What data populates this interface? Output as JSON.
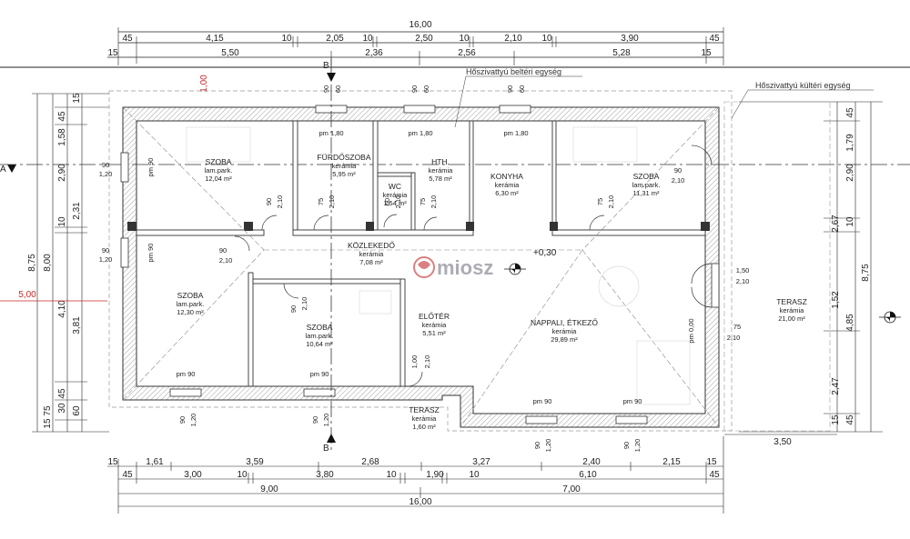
{
  "top_dims": {
    "row1": [
      "16,00"
    ],
    "row2": [
      "45",
      "4,15",
      "10",
      "2,05",
      "10",
      "2,50",
      "10",
      "2,10",
      "10",
      "3,90",
      "45"
    ],
    "row3": [
      "15",
      "5,50",
      "2,36",
      "2,56",
      "5,28",
      "15"
    ]
  },
  "bottom_dims": {
    "row1": [
      "15",
      "1,61",
      "3,59",
      "2,68",
      "3,27",
      "2,40",
      "2,15",
      "15"
    ],
    "row2": [
      "45",
      "3,00",
      "10",
      "3,80",
      "10",
      "1,90",
      "10",
      "6,10",
      "45"
    ],
    "row3": [
      "9,00",
      "7,00"
    ],
    "row4": [
      "16,00"
    ]
  },
  "left_dims": {
    "outer": [
      "8,75"
    ],
    "mid": [
      "8,00"
    ],
    "inner_a": [
      "45",
      "1,58",
      "2,90",
      "10",
      "4,10",
      "45",
      "75",
      "15"
    ],
    "inner_b": [
      "15",
      "2,31",
      "3,81",
      "30",
      "60"
    ],
    "red_label": "5,00",
    "a_mark": "A",
    "red_top": "1,00"
  },
  "right_dims": {
    "outer": [
      "8,75"
    ],
    "inner": [
      "45",
      "1,79",
      "2,90",
      "10",
      "2,67",
      "1,52",
      "4,85",
      "2,47",
      "15",
      "45"
    ],
    "terrace_width": "3,50",
    "pm_1": "1,50",
    "pm_2": "2,10"
  },
  "section_marks": {
    "top": "B",
    "bottom": "B"
  },
  "rooms": [
    {
      "name": "SZOBA",
      "finish": "lam.park.",
      "area": "12,04 m²"
    },
    {
      "name": "FÜRDŐSZOBA",
      "finish": "kerámia",
      "area": "5,95 m²"
    },
    {
      "name": "HTH.",
      "finish": "kerámia",
      "area": "5,78 m²"
    },
    {
      "name": "WC",
      "finish": "kerámia",
      "area": "1,54 m²"
    },
    {
      "name": "KONYHA",
      "finish": "kerámia",
      "area": "6,30 m²"
    },
    {
      "name": "SZOBA",
      "finish": "lam.park.",
      "area": "11,31 m²"
    },
    {
      "name": "KÖZLEKEDŐ",
      "finish": "kerámia",
      "area": "7,08 m²"
    },
    {
      "name": "SZOBA",
      "finish": "lam.park.",
      "area": "12,30 m²"
    },
    {
      "name": "SZOBA",
      "finish": "lam.park.",
      "area": "10,64 m²"
    },
    {
      "name": "ELŐTÉR",
      "finish": "kerámia",
      "area": "5,51 m²"
    },
    {
      "name": "NAPPALI, ÉTKEZŐ",
      "finish": "kerámia",
      "area": "29,89 m²"
    },
    {
      "name": "TERASZ",
      "finish": "kerámia",
      "area": "1,60 m²"
    },
    {
      "name": "TERASZ",
      "finish": "kerámia",
      "area": "21,00 m²"
    }
  ],
  "level_mark": "+0,30",
  "notes": {
    "indoor_unit": "Hőszivattyú beltéri egység",
    "outdoor_unit": "Hőszivattyú kültéri egység"
  },
  "window_labels": {
    "top_a": [
      "90",
      "60",
      "pm 1,80"
    ],
    "top_b": [
      "90",
      "60",
      "pm 1,80"
    ],
    "top_c": [
      "90",
      "60",
      "pm 1,80"
    ],
    "left_a": [
      "90",
      "1,20",
      "pm 90"
    ],
    "left_b": [
      "90",
      "1,20",
      "pm 90"
    ],
    "bottom_a": [
      "pm 90",
      "90",
      "1,20"
    ],
    "bottom_b": [
      "pm 90",
      "90",
      "1,20"
    ],
    "bottom_c": [
      "pm 90",
      "90",
      "1,20"
    ],
    "bottom_d": [
      "pm 90",
      "90",
      "1,20"
    ],
    "doors": [
      "90",
      "2,10",
      "75",
      "2,10",
      "60",
      "2,10",
      "75",
      "2,10",
      "90",
      "2,10",
      "90",
      "2,10",
      "90",
      "2,10",
      "75",
      "2,10",
      "1,00",
      "2,10",
      "pm 0,00"
    ]
  },
  "watermark": "miosz"
}
